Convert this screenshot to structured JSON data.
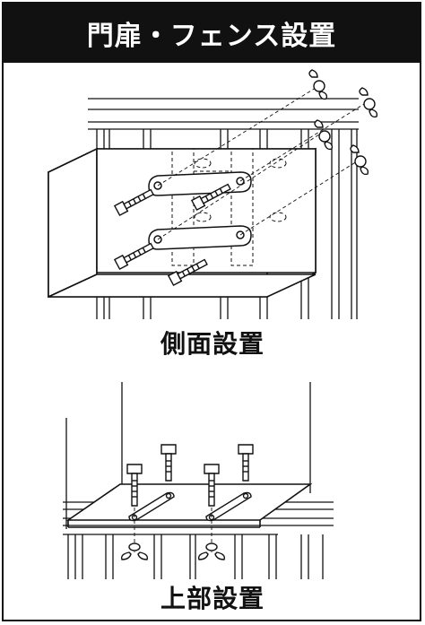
{
  "header": {
    "title": "門扉・フェンス設置"
  },
  "captions": {
    "side": "側面設置",
    "top": "上部設置"
  },
  "colors": {
    "header_bg": "#111111",
    "header_text": "#ffffff",
    "line": "#111111"
  }
}
